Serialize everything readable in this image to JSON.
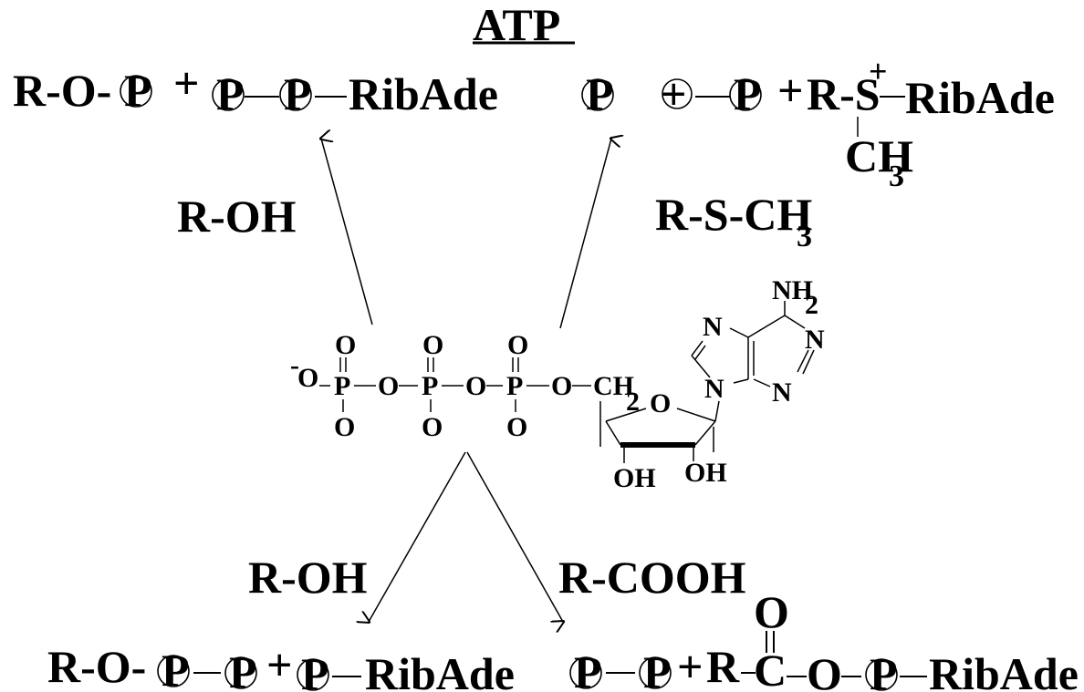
{
  "title": "ATP",
  "reactions": {
    "top_left": {
      "reagent": "R-OH",
      "product_part1": "R-O-",
      "p": "P",
      "plus": "+",
      "product_tail": "RibAde"
    },
    "top_right": {
      "reagent": "R-S-CH",
      "reagent_sub": "3",
      "p": "P",
      "plus": "+",
      "r_s": "R-S",
      "charge": "+",
      "product_tail": "RibAde",
      "ch": "CH",
      "ch_sub": "3"
    },
    "bottom_left": {
      "reagent": "R-OH",
      "product_part1": "R-O-",
      "p": "P",
      "plus": "+",
      "product_tail": "RibAde"
    },
    "bottom_right": {
      "reagent": "R-COOH",
      "p": "P",
      "plus": "+",
      "r": "R",
      "carbonyl_o": "O",
      "carbon": "C",
      "ester_o": "O",
      "product_tail": "RibAde"
    }
  },
  "atp_structure": {
    "neg_charge": "-",
    "o": "O",
    "p": "P",
    "ch": "CH",
    "ch_sub": "2",
    "ring_o": "O",
    "oh": "OH",
    "n": "N",
    "nh": "NH",
    "nh_sub": "2"
  }
}
